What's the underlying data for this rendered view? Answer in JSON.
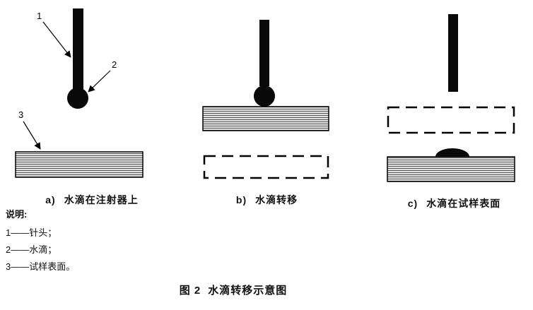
{
  "figure": {
    "caption_label": "图 2",
    "caption_text": "水滴转移示意图",
    "panels": [
      {
        "label": "a)",
        "title": "水滴在注射器上"
      },
      {
        "label": "b)",
        "title": "水滴转移"
      },
      {
        "label": "c)",
        "title": "水滴在试样表面"
      }
    ],
    "callouts": {
      "needle": "1",
      "droplet": "2",
      "surface": "3"
    },
    "legend": {
      "heading": "说明:",
      "items": [
        "1——针头；",
        "2——水滴；",
        "3——试样表面。"
      ]
    }
  }
}
